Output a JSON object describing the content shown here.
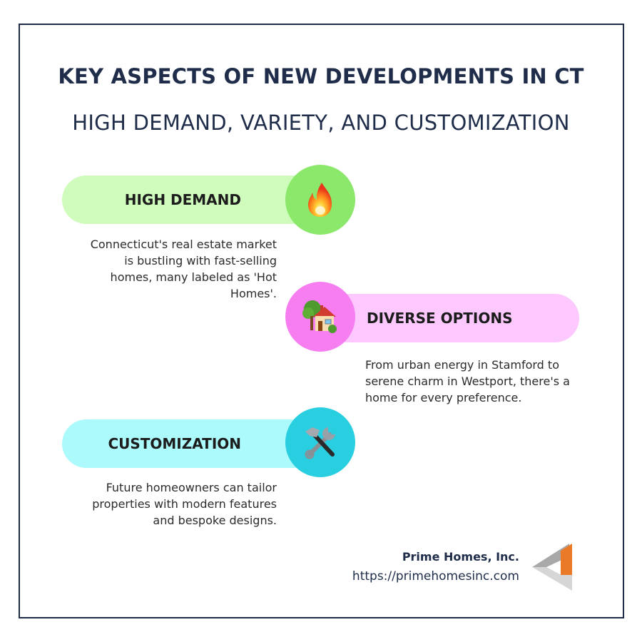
{
  "header": {
    "title": "KEY ASPECTS OF NEW DEVELOPMENTS IN CT",
    "subtitle": "HIGH DEMAND, VARIETY, AND CUSTOMIZATION"
  },
  "sections": [
    {
      "label": "HIGH DEMAND",
      "icon": "fire-icon",
      "pill_color": "#cffcbc",
      "circle_color": "#8ce86b",
      "side": "left",
      "description": "Connecticut's real estate market is bustling with fast-selling homes, many labeled as 'Hot Homes'."
    },
    {
      "label": "DIVERSE OPTIONS",
      "icon": "house-with-garden-icon",
      "pill_color": "#fdc8fd",
      "circle_color": "#f67ef0",
      "side": "right",
      "description": "From urban energy in Stamford to serene charm in Westport, there's a home for every preference."
    },
    {
      "label": "CUSTOMIZATION",
      "icon": "hammer-and-wrench-icon",
      "pill_color": "#adfafd",
      "circle_color": "#29cfe0",
      "side": "left",
      "description": "Future homeowners can tailor properties with modern features and bespoke designs."
    }
  ],
  "footer": {
    "company": "Prime Homes, Inc.",
    "url": "https://primehomesinc.com",
    "logo_colors": {
      "orange": "#ea7a27",
      "gray_dark": "#a9a9a9",
      "gray_light": "#d6d6d6"
    }
  },
  "colors": {
    "frame": "#1f2d4a",
    "title": "#1f2d4a"
  }
}
